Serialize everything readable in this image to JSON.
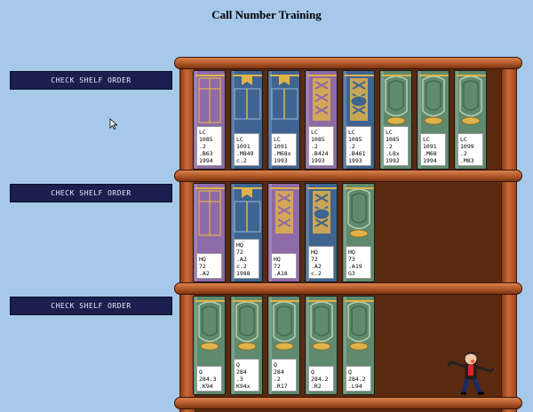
{
  "title": "Call Number Training",
  "buttons": [
    "CHECK SHELF ORDER",
    "CHECK SHELF ORDER",
    "CHECK SHELF ORDER"
  ],
  "shelves": [
    {
      "books": [
        {
          "lines": [
            "LC",
            "1085",
            ".2",
            ".B63",
            "1994"
          ],
          "style": "purple"
        },
        {
          "lines": [
            "LC",
            "1091",
            ".M849",
            "c.2"
          ],
          "style": "blue"
        },
        {
          "lines": [
            "LC",
            "1091",
            ".M68x",
            "1993"
          ],
          "style": "blue"
        },
        {
          "lines": [
            "LC",
            "1085",
            ".2",
            ".B424",
            "1993"
          ],
          "style": "purplex"
        },
        {
          "lines": [
            "LC",
            "1085",
            ".2",
            ".B461",
            "1993"
          ],
          "style": "bluex"
        },
        {
          "lines": [
            "LC",
            "1085",
            ".2",
            ".L8x",
            "1992"
          ],
          "style": "green"
        },
        {
          "lines": [
            "LC",
            "1091",
            ".M68",
            "1994"
          ],
          "style": "green"
        },
        {
          "lines": [
            "LC",
            "1099",
            ".2",
            ".M83"
          ],
          "style": "green"
        }
      ]
    },
    {
      "books": [
        {
          "lines": [
            "HQ",
            "72",
            ".A2"
          ],
          "style": "purple"
        },
        {
          "lines": [
            "HQ",
            "72",
            ".A2",
            "c.2",
            "1988"
          ],
          "style": "blue"
        },
        {
          "lines": [
            "HQ",
            "72",
            ".A18"
          ],
          "style": "purplex"
        },
        {
          "lines": [
            "HQ",
            "72",
            ".A2",
            "c.2"
          ],
          "style": "bluex"
        },
        {
          "lines": [
            "HQ",
            "73",
            ".A19",
            "G3"
          ],
          "style": "green"
        }
      ]
    },
    {
      "books": [
        {
          "lines": [
            "Q",
            "284.3",
            ".K94"
          ],
          "style": "green"
        },
        {
          "lines": [
            "Q",
            "284",
            ".3",
            "K94x"
          ],
          "style": "green"
        },
        {
          "lines": [
            "Q",
            "284",
            ".2",
            ".R17"
          ],
          "style": "green"
        },
        {
          "lines": [
            "Q",
            "284.2",
            ".R2"
          ],
          "style": "green"
        },
        {
          "lines": [
            "Q",
            "284.2",
            ".L94"
          ],
          "style": "green"
        }
      ]
    }
  ],
  "colors": {
    "background": "#a6c9ea",
    "button": "#1a1f4d",
    "wood": "#b35a2a",
    "purple": "#8e6aa6",
    "blue": "#3f6491",
    "green": "#5f8a6e",
    "gold": "#e0b24a"
  },
  "icons": {
    "cursor": "cursor-arrow-icon",
    "character": "dancing-man-icon"
  }
}
